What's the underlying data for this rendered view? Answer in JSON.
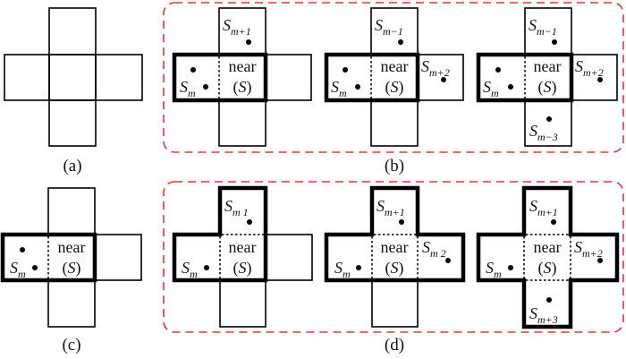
{
  "figure": {
    "panel_colors": {
      "group_box": "#e8323a",
      "lines": "#000000"
    },
    "captions": {
      "a": "(a)",
      "b": "(b)",
      "c": "(c)",
      "d": "(d)"
    },
    "near_label": "near",
    "near_set": "(S)",
    "sets": {
      "base": "S",
      "m": "m",
      "m_plus_1": "m+1",
      "m_minus_1": "m−1",
      "m_plus_2": "m+2",
      "m_minus_3": "m−3",
      "m_plus_3": "m+3",
      "d1_top": "m 1",
      "d2_top": "m+1",
      "d2_right": "m 2",
      "d3_right": "m+2"
    }
  }
}
